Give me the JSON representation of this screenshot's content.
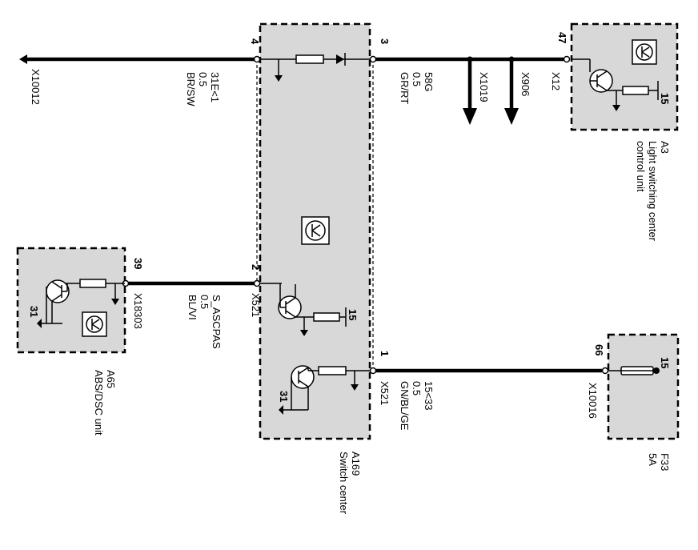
{
  "components": {
    "a65": {
      "ref": "A65",
      "name": "ABS/DSC unit",
      "connector": "X18303",
      "pin": "39",
      "ground": "31"
    },
    "a169": {
      "ref": "A169",
      "name": "Switch center",
      "pin_1": "1",
      "pin_2": "2",
      "pin_3": "3",
      "pin_4": "4",
      "connector_pin_1": "X521",
      "connector_pin_2": "X521",
      "supply_15_upper": "15",
      "ground_31": "31"
    },
    "a3": {
      "ref": "A3",
      "name_line1": "Light switching center",
      "name_line2": "control unit",
      "connector": "X12",
      "pin": "47",
      "supply": "15"
    },
    "f33": {
      "ref": "F33",
      "rating": "5A",
      "connector": "X10016",
      "pin": "66",
      "supply": "15"
    }
  },
  "wires": {
    "w4": {
      "connector": "X10012",
      "signal": "31E<1",
      "size": "0.5",
      "color": "BR/SW"
    },
    "w3": {
      "signal": "58G",
      "size": "0.5",
      "color": "GR/RT",
      "branch_1": "X1019",
      "branch_2": "X906"
    },
    "w2": {
      "signal": "S_ASCPAS",
      "size": "0.5",
      "color": "BL/VI"
    },
    "w1": {
      "signal": "15<33",
      "size": "0.5",
      "color": "GN/BL/GE"
    }
  },
  "icons": [
    "transistor-symbol-icon",
    "ground-arrow-icon",
    "ground-terminal-icon",
    "control-unit-logo-icon",
    "resistor-icon",
    "fuse-icon",
    "arrow-down-icon"
  ]
}
